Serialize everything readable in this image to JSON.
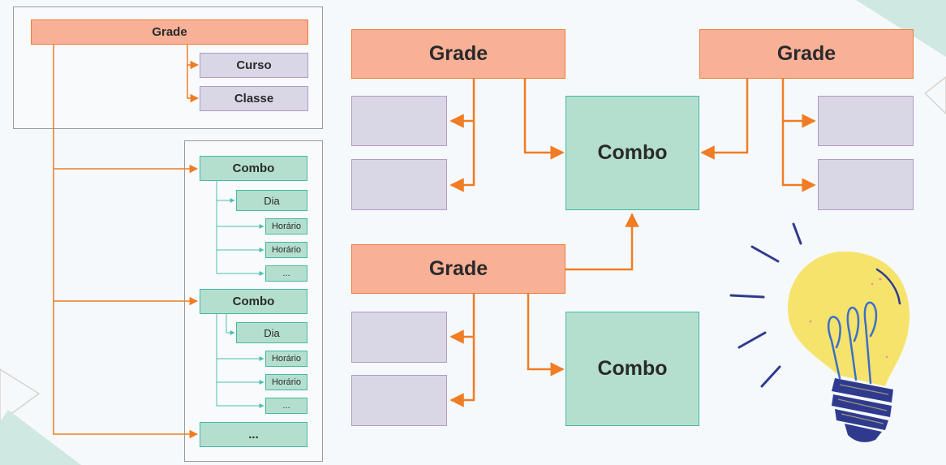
{
  "colors": {
    "orange_line": "#f07c24",
    "teal_line": "#4dbfb0",
    "grade_fill": "#f8b097",
    "purple_fill": "#d9d6e6",
    "combo_fill": "#b4dfce",
    "bulb_yellow": "#f6e36c",
    "bulb_base": "#2f3a8f"
  },
  "left_tree": {
    "grade": "Grade",
    "curso": "Curso",
    "classe": "Classe",
    "combo_1": {
      "label": "Combo",
      "dia": "Dia",
      "horario_1": "Horário",
      "horario_2": "Horário",
      "more": "..."
    },
    "combo_2": {
      "label": "Combo",
      "dia": "Dia",
      "horario_1": "Horário",
      "horario_2": "Horário",
      "more": "..."
    },
    "more": "..."
  },
  "right_diagram": {
    "grade_top_left": "Grade",
    "grade_top_right": "Grade",
    "grade_bottom": "Grade",
    "combo_shared": "Combo",
    "combo_bottom": "Combo"
  },
  "decoration": {
    "lightbulb_icon": "lightbulb-icon"
  }
}
